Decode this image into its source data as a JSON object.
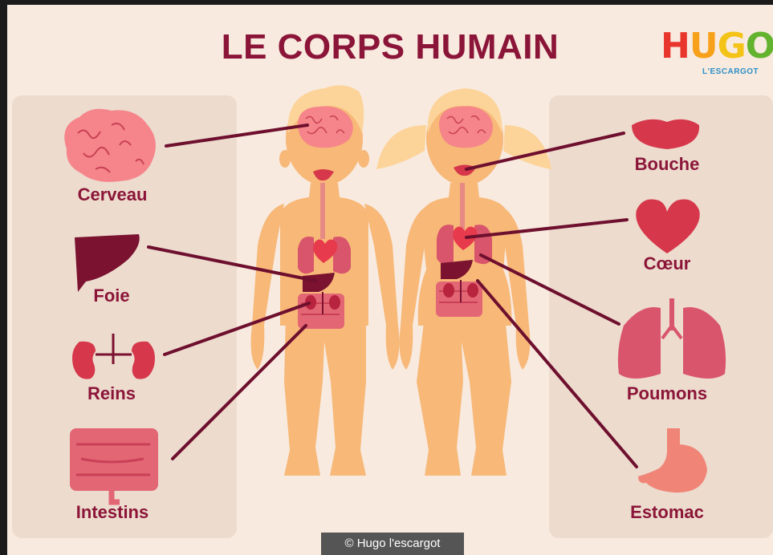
{
  "title": "LE CORPS HUMAIN",
  "logo": {
    "letters": [
      "H",
      "U",
      "G",
      "O"
    ],
    "letter_colors": [
      "#e8362d",
      "#f7a11a",
      "#f4c317",
      "#63b32e"
    ],
    "subtitle": "L'ESCARGOT"
  },
  "organs": {
    "cerveau": "Cerveau",
    "foie": "Foie",
    "reins": "Reins",
    "intestins": "Intestins",
    "bouche": "Bouche",
    "coeur": "Cœur",
    "poumons": "Poumons",
    "estomac": "Estomac"
  },
  "copyright": "© Hugo l'escargot",
  "colors": {
    "title": "#8b1538",
    "skin": "#f7b878",
    "hair": "#fcd49a",
    "brain": "#f5858a",
    "organ_red": "#d6374a",
    "liver": "#7a1230",
    "lung": "#d9556b",
    "line": "#6e0f2e",
    "panel": "#eddbce",
    "background": "#f8eadf"
  }
}
